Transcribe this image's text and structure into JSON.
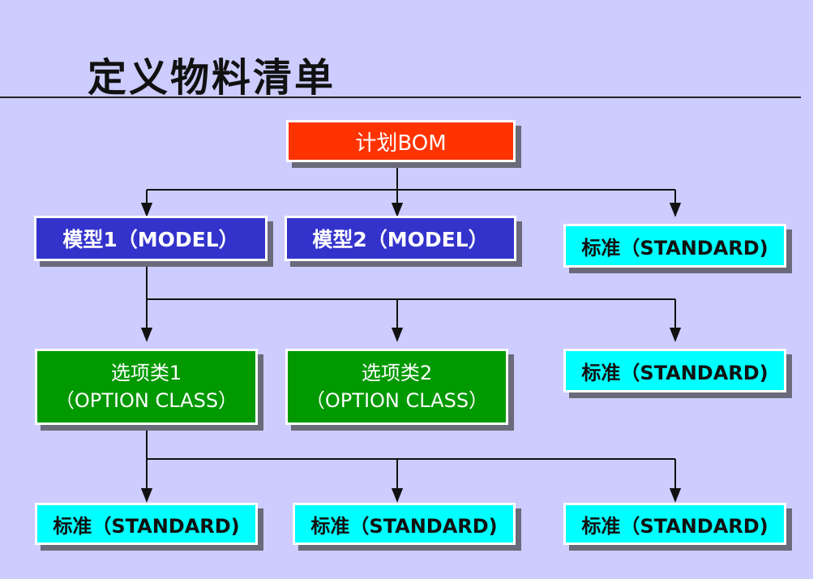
{
  "title": "定义物料清单",
  "nodes": {
    "plan_bom": "计划BOM",
    "model1": "模型1（MODEL）",
    "model2": "模型2（MODEL）",
    "std_r1": "标准（STANDARD)",
    "option1_name": "选项类1",
    "option1_sub": "（OPTION CLASS）",
    "option2_name": "选项类2",
    "option2_sub": "（OPTION CLASS）",
    "std_r2": "标准（STANDARD)",
    "std_b1": "标准（STANDARD)",
    "std_b2": "标准（STANDARD)",
    "std_b3": "标准（STANDARD)"
  },
  "colors": {
    "background": "#ccccff",
    "plan_bom": "#ff3300",
    "model": "#3333cc",
    "option_class": "#009900",
    "standard": "#00ffff",
    "line": "#111111"
  }
}
